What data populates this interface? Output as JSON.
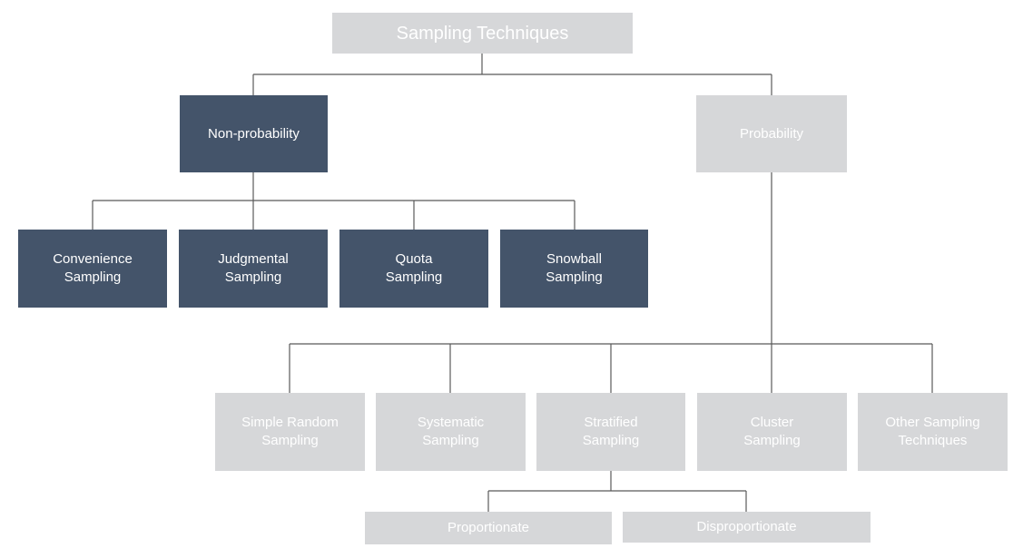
{
  "diagram": {
    "root": {
      "label": "Sampling Techniques"
    },
    "non_probability": {
      "label": "Non-probability",
      "children": [
        {
          "label": "Convenience\nSampling"
        },
        {
          "label": "Judgmental\nSampling"
        },
        {
          "label": "Quota\nSampling"
        },
        {
          "label": "Snowball\nSampling"
        }
      ]
    },
    "probability": {
      "label": "Probability",
      "children": [
        {
          "label": "Simple Random\nSampling"
        },
        {
          "label": "Systematic\nSampling"
        },
        {
          "label": "Stratified\nSampling"
        },
        {
          "label": "Cluster\nSampling"
        },
        {
          "label": "Other Sampling\nTechniques"
        }
      ],
      "stratified_children": [
        {
          "label": "Proportionate"
        },
        {
          "label": "Disproportionate"
        }
      ]
    }
  },
  "colors": {
    "non_probability_fill": "#44546a",
    "probability_fill": "#d6d7d9",
    "text": "#ffffff",
    "connector": "#595959"
  }
}
